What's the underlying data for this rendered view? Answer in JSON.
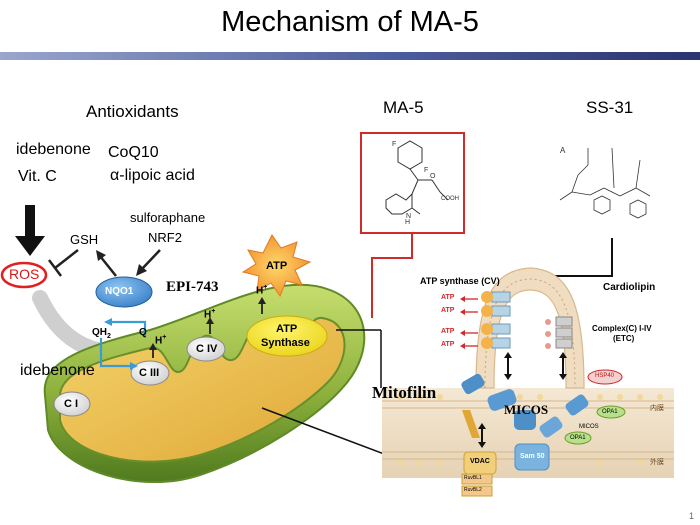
{
  "title": "Mechanism of MA-5",
  "page_number": "1",
  "left": {
    "antioxidants_label": "Antioxidants",
    "idebenone_top": "idebenone",
    "coq10": "CoQ10",
    "vitc": "Vit. C",
    "lipoic": "α-lipoic acid",
    "sulforaphane": "sulforaphane",
    "nrf2": "NRF2",
    "gsh": "GSH",
    "ros": "ROS",
    "nqo1": "NQO1",
    "epi743": "EPI-743",
    "atp_star": "ATP",
    "qh2": "QH",
    "qh2_sub": "2",
    "q": "Q",
    "h_plus_1": "H",
    "h_plus_2": "H",
    "h_plus_3": "H",
    "plus": "+",
    "civ": "C IV",
    "ciii": "C III",
    "ci": "C I",
    "atp_synthase_1": "ATP",
    "atp_synthase_2": "Synthase",
    "idebenone_bottom": "idebenone"
  },
  "right": {
    "ma5_label": "MA-5",
    "ss31_label": "SS-31",
    "cooh": "COOH",
    "ss31_a": "A",
    "atp_synthase_cv": "ATP synthase (CV)",
    "cardiolipin": "Cardiolipin",
    "complex_1": "Complex(C) I-IV",
    "complex_2": "(ETC)",
    "atp_rows": [
      "ATP",
      "ATP",
      "ATP",
      "ATP"
    ],
    "mitofilin": "Mitofilin",
    "micos": "MICOS",
    "micos_small": "MICOS",
    "hsp40": "HSP40",
    "opa1_a": "OPA1",
    "opa1_b": "OPA1",
    "inner_membrane": "内膜",
    "outer_membrane": "外膜",
    "vdac": "VDAC",
    "sam50": "Sam 50",
    "ruvbl1": "RuvBL1",
    "ruvbl2": "RuvBL2"
  },
  "colors": {
    "title_bar": "#4d5e9e",
    "ros_ring": "#e02020",
    "ma5_box": "#d02a2a",
    "nqo1": "#3b8ed8",
    "atp_synthase": "#f2e21a",
    "mito_outer": "#7aa83a",
    "atp_star": "#f39b3a"
  }
}
